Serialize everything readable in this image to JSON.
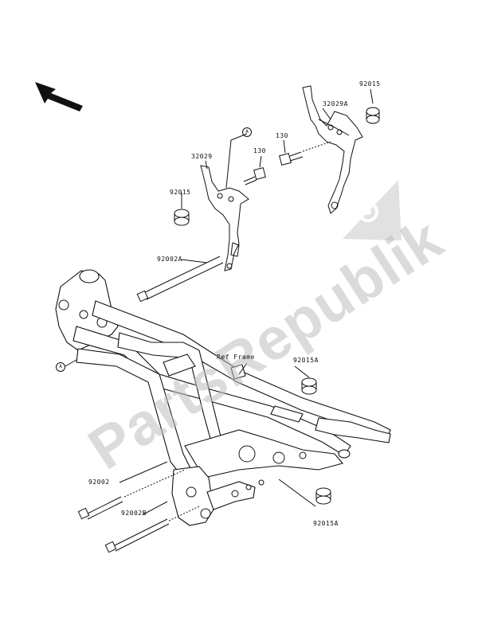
{
  "watermark": {
    "text": "PartsRepublik"
  },
  "callouts": {
    "ref_frame": "Ref Frame",
    "p92015_top": "92015",
    "p32029a": "32029A",
    "p130_right": "130",
    "p130_left": "130",
    "p32029": "32029",
    "p92015_left": "92015",
    "p92002a": "92002A",
    "p92015a_right": "92015A",
    "p92002": "92002",
    "p92002b": "92002B",
    "p92015a_bottom": "92015A",
    "ref_a_top": "A",
    "ref_a_left": "A"
  }
}
